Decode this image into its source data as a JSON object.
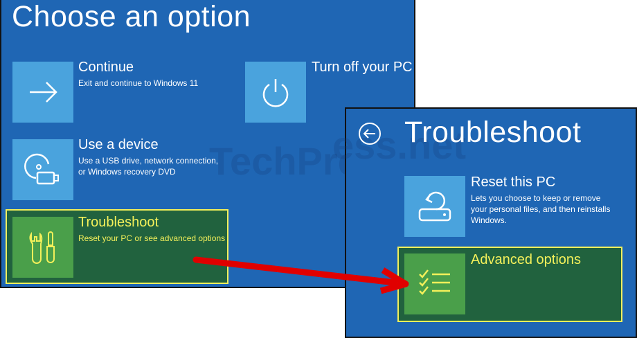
{
  "left_panel": {
    "title": "Choose an option",
    "options": [
      {
        "label": "Continue",
        "desc": "Exit and continue to Windows 11",
        "icon": "arrow-right-icon"
      },
      {
        "label": "Turn off your PC",
        "icon": "power-icon"
      },
      {
        "label": "Use a device",
        "desc": "Use a USB drive, network connection,",
        "desc2": "or Windows recovery DVD",
        "icon": "usb-disc-icon"
      },
      {
        "label": "Troubleshoot",
        "desc": "Reset your PC or see advanced options",
        "icon": "tools-icon"
      }
    ]
  },
  "right_panel": {
    "title": "Troubleshoot",
    "options": [
      {
        "label": "Reset this PC",
        "desc": "Lets you choose to keep or remove",
        "desc2": "your personal files, and then reinstalls",
        "desc3": "Windows.",
        "icon": "reset-icon"
      },
      {
        "label": "Advanced options",
        "icon": "checklist-icon"
      }
    ]
  },
  "watermark": "TechPress.net",
  "colors": {
    "bg": "#1f66b4",
    "tile": "#4aa3dd",
    "highlight": "#21623e",
    "accent": "#f3f05a",
    "arrow": "#e00000"
  }
}
